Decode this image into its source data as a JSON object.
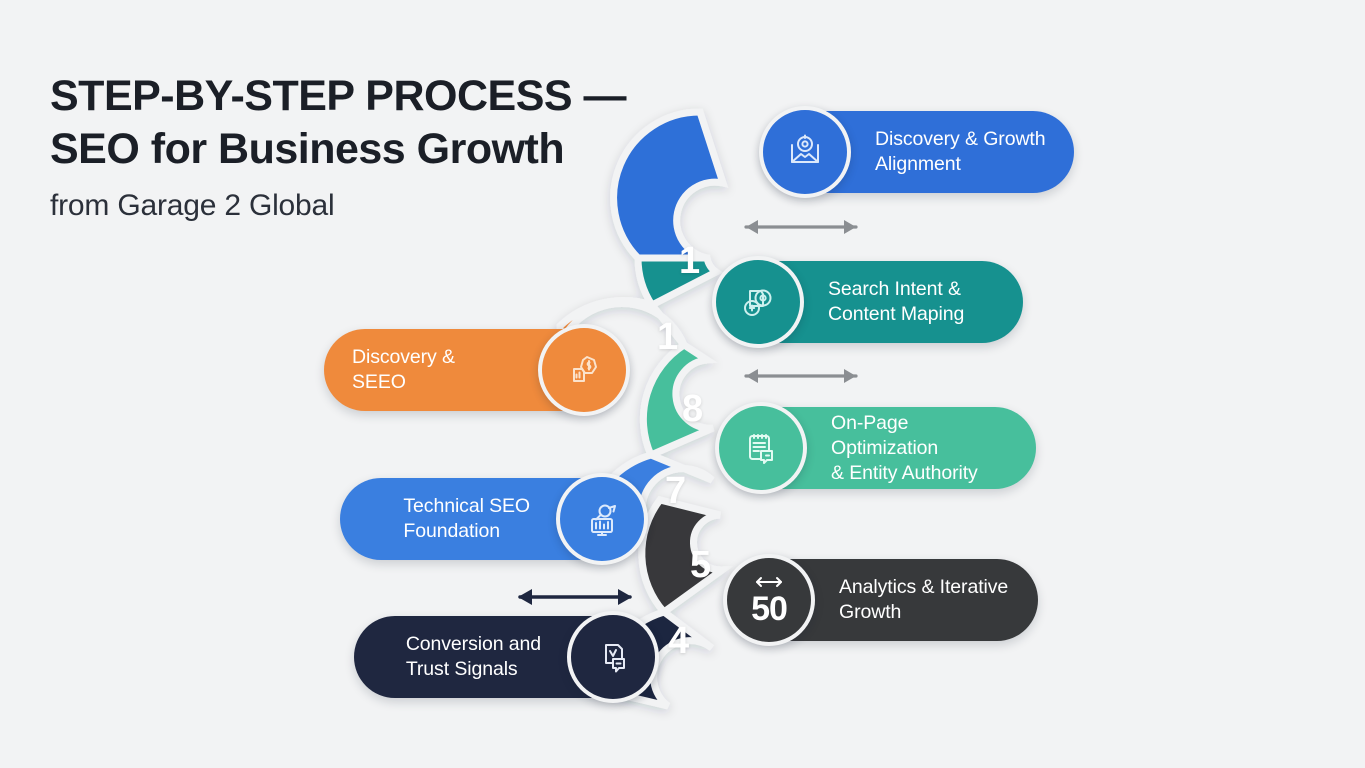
{
  "title": {
    "line1": "STEP-BY-STEP PROCESS —",
    "line2": "SEO for Business Growth",
    "subtitle": "from Garage 2 Global"
  },
  "colors": {
    "background": "#f2f3f4",
    "blue": "#2f6fd8",
    "teal": "#16918f",
    "orange": "#ef8a3c",
    "green": "#47bf9c",
    "blue2": "#3a7fe0",
    "gray": "#37393b",
    "navy": "#1f2740",
    "arrow_gray": "#8b8e92",
    "arrow_navy": "#1f2740",
    "text_dark": "#1b1f27"
  },
  "steps": [
    {
      "id": "discovery-growth-alignment",
      "label": "Discovery & Growth\nAlignment",
      "side": "right",
      "color": "#2f6fd8",
      "icon": "target-envelope-icon",
      "badge_text": ""
    },
    {
      "id": "search-intent-content-maping",
      "label": "Search Intent &\nContent Maping",
      "side": "right",
      "color": "#16918f",
      "icon": "overlapping-shapes-icon",
      "badge_text": ""
    },
    {
      "id": "on-page-optimization-entity-authority",
      "label": "On-Page Optimization\n& Entity Authority",
      "side": "right",
      "color": "#47bf9c",
      "icon": "document-chat-icon",
      "badge_text": ""
    },
    {
      "id": "analytics-iterative-growth",
      "label": "Analytics & Iterative\nGrowth",
      "side": "right",
      "color": "#37393b",
      "icon": "double-arrow-icon",
      "badge_text": "50"
    },
    {
      "id": "discovery-seeo",
      "label": "Discovery & SEEO",
      "side": "left",
      "color": "#ef8a3c",
      "icon": "dollar-badge-icon",
      "badge_text": ""
    },
    {
      "id": "technical-seo-foundation",
      "label": "Technical SEO\nFoundation",
      "side": "left",
      "color": "#3a7fe0",
      "icon": "analytics-monitor-icon",
      "badge_text": ""
    },
    {
      "id": "conversion-trust-signals",
      "label": "Conversion and\nTrust Signals",
      "side": "left",
      "color": "#1f2740",
      "icon": "shield-chat-icon",
      "badge_text": ""
    }
  ],
  "ribbon_numbers": [
    {
      "value": "1",
      "color": "#ffffff"
    },
    {
      "value": "1",
      "color": "#ffffff"
    },
    {
      "value": "8",
      "color": "#ffffff"
    },
    {
      "value": "7",
      "color": "#ffffff"
    },
    {
      "value": "5",
      "color": "#ffffff"
    },
    {
      "value": "4",
      "color": "#ffffff"
    }
  ],
  "connectors": [
    {
      "id": "connector-top",
      "style": "double-arrow",
      "color": "#8b8e92"
    },
    {
      "id": "connector-middle",
      "style": "double-arrow",
      "color": "#8b8e92"
    },
    {
      "id": "connector-bottom",
      "style": "double-arrow",
      "color": "#1f2740"
    }
  ]
}
